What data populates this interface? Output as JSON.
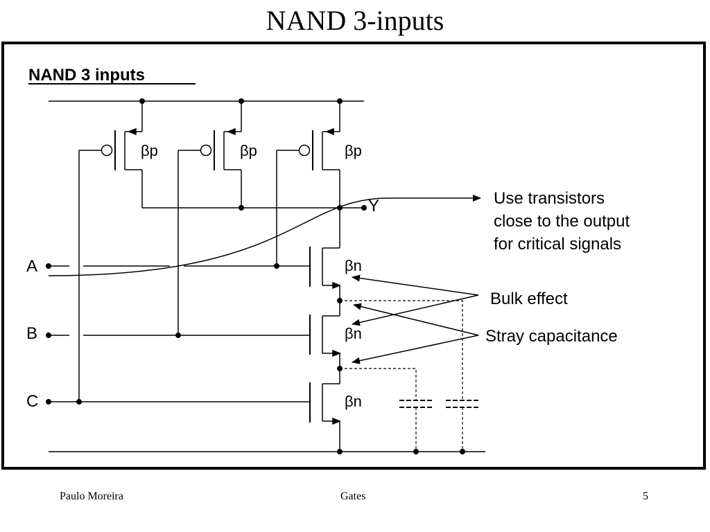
{
  "slide": {
    "title": "NAND 3-inputs",
    "footer": {
      "author": "Paulo Moreira",
      "topic": "Gates",
      "page": "5"
    }
  },
  "diagram": {
    "heading": "NAND 3 inputs",
    "pmos_label": "βp",
    "nmos_label": "βn",
    "output_label": "Y",
    "inputs": [
      "A",
      "B",
      "C"
    ],
    "annotations": {
      "critical": [
        "Use transistors",
        "close to the output",
        "for critical signals"
      ],
      "bulk": "Bulk effect",
      "stray": "Stray capacitance"
    }
  }
}
